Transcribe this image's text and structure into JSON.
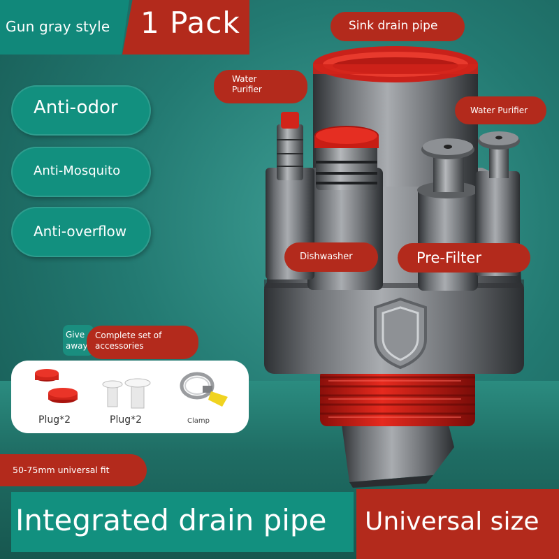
{
  "header": {
    "style_label": "Gun gray style",
    "pack_label": "1 Pack"
  },
  "features": [
    {
      "label": "Anti-odor"
    },
    {
      "label": "Anti-Mosquito"
    },
    {
      "label": "Anti-overflow"
    }
  ],
  "callouts": {
    "sink_drain_pipe": "Sink drain pipe",
    "water_purifier_left": "Water Purifier",
    "water_purifier_right": "Water Purifier",
    "dishwasher": "Dishwasher",
    "pre_filter": "Pre-Filter"
  },
  "accessories": {
    "give_away": "Give away",
    "title": "Complete set of accessories",
    "items": [
      {
        "label": "Plug*2",
        "icon": "red-plug-icon"
      },
      {
        "label": "Plug*2",
        "icon": "white-plug-icon"
      },
      {
        "label": "Clamp",
        "icon": "hose-clamp-icon"
      }
    ]
  },
  "fit_label": "50-75mm universal fit",
  "footer": {
    "left_label": "Integrated drain pipe",
    "right_label": "Universal size"
  },
  "colors": {
    "teal": "#12907f",
    "red": "#b32a1c",
    "metal": "#6b6e72",
    "bg": "#237a72"
  }
}
